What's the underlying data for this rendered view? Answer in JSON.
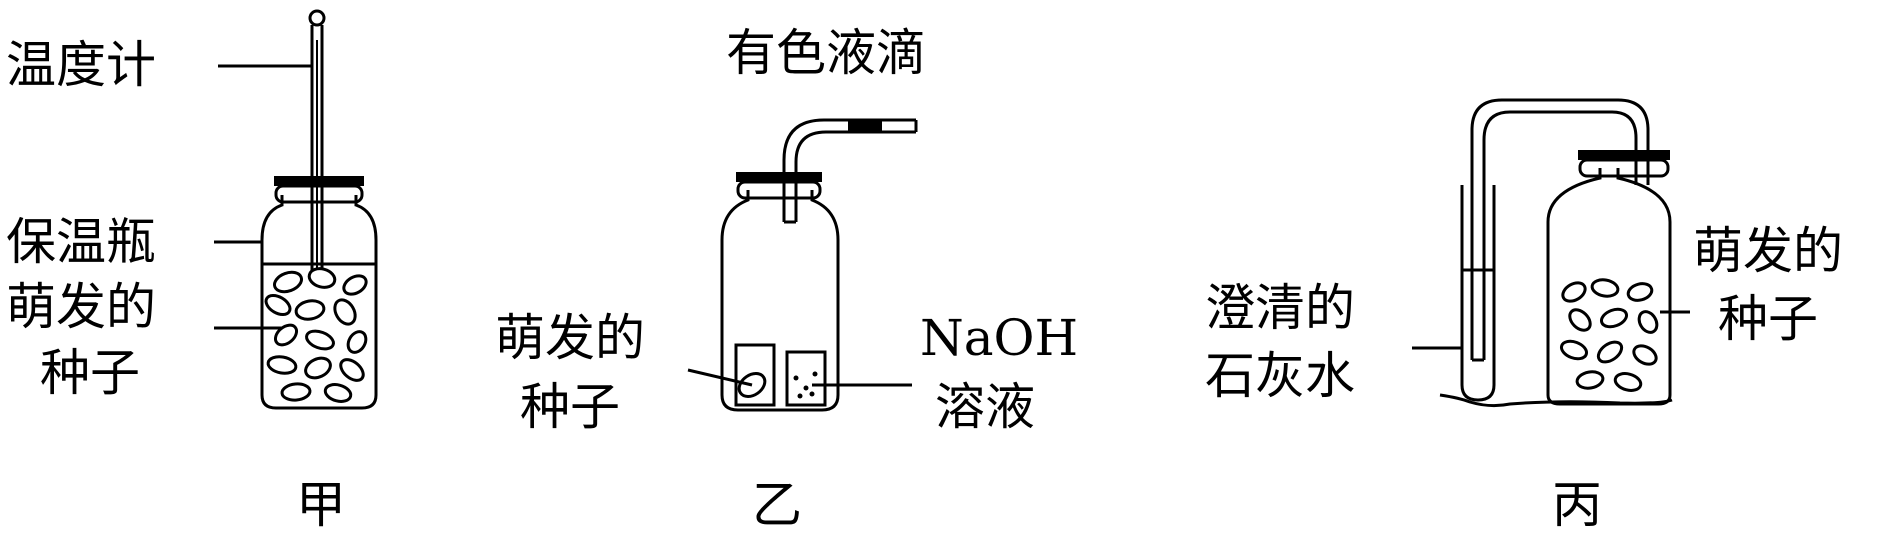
{
  "apparatus": {
    "jia": {
      "caption": "甲",
      "thermometer_label": "温度计",
      "flask_label": "保温瓶",
      "seeds_label_line1": "萌发的",
      "seeds_label_line2": "种子"
    },
    "yi": {
      "caption": "乙",
      "droplet_label": "有色液滴",
      "seeds_label_line1": "萌发的",
      "seeds_label_line2": "种子",
      "naoh_label_line1": "NaOH",
      "naoh_label_line2": "溶液"
    },
    "bing": {
      "caption": "丙",
      "limewater_label_line1": "澄清的",
      "limewater_label_line2": "石灰水",
      "seeds_label_line1": "萌发的",
      "seeds_label_line2": "种子"
    }
  }
}
